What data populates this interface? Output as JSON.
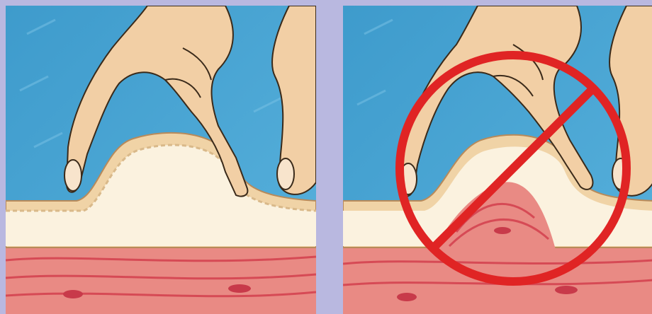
{
  "figure": {
    "panels": [
      {
        "subject": "correct-skin-pinch",
        "tissue": [
          "skin",
          "subcutaneous-fat",
          "muscle"
        ]
      },
      {
        "subject": "incorrect-pinch-including-muscle",
        "tissue": [
          "skin",
          "subcutaneous-fat",
          "muscle"
        ],
        "prohibition_mark": "red-no-symbol"
      }
    ],
    "colors": {
      "background": "#b9b8e0",
      "sky": "#4aa6d4",
      "skin_hand": "#f2cfa5",
      "fat": "#fbf2df",
      "skin_layer": "#f0d3a6",
      "muscle": "#e98a84",
      "muscle_dark": "#d64a55",
      "prohibition": "#e02424"
    }
  }
}
